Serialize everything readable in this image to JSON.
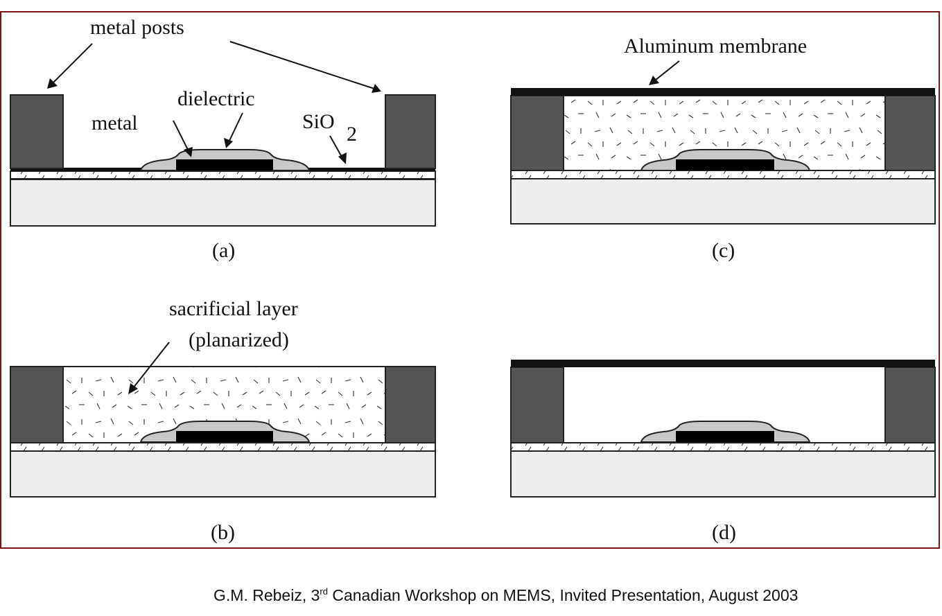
{
  "colors": {
    "frame": "#7a1518",
    "post": "#555555",
    "substrate": "#eeeeee",
    "dielectric": "#c8c8c8",
    "metal": "#000000",
    "membrane": "#111111"
  },
  "labels": {
    "metal_posts": "metal posts",
    "dielectric": "dielectric",
    "metal": "metal",
    "sio2_main": "SiO",
    "sio2_sub": "2",
    "aluminum_membrane": "Aluminum membrane",
    "sacrificial_line1": "sacrificial layer",
    "sacrificial_line2": "(planarized)"
  },
  "captions": {
    "a": "(a)",
    "b": "(b)",
    "c": "(c)",
    "d": "(d)"
  },
  "credit": {
    "before_sup": "G.M. Rebeiz, 3",
    "sup": "rd",
    "after_sup": " Canadian Workshop on MEMS, Invited Presentation, August 2003"
  }
}
